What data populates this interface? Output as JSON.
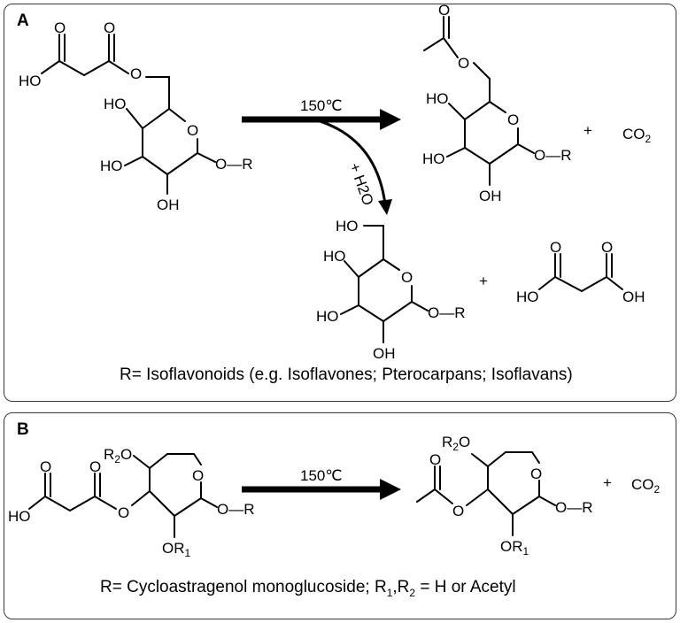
{
  "panel_a": {
    "label": "A",
    "reaction_condition": "150℃",
    "water_label": "+ H2O",
    "plus_1": "+",
    "plus_2": "+",
    "co2": "CO2",
    "caption": "R= Isoflavonoids (e.g. Isoflavones; Pterocarpans; Isoflavans)",
    "atoms": {
      "HO": "HO",
      "OH": "OH",
      "O": "O",
      "R": "R",
      "bond_R": "O—R"
    }
  },
  "panel_b": {
    "label": "B",
    "reaction_condition": "150℃",
    "plus": "+",
    "co2": "CO2",
    "caption": "R= Cycloastragenol monoglucoside; R1,R2 = H or Acetyl",
    "atoms": {
      "R2O": "R2O",
      "OR1": "OR1",
      "HO": "HO",
      "O": "O",
      "R": "R"
    }
  }
}
